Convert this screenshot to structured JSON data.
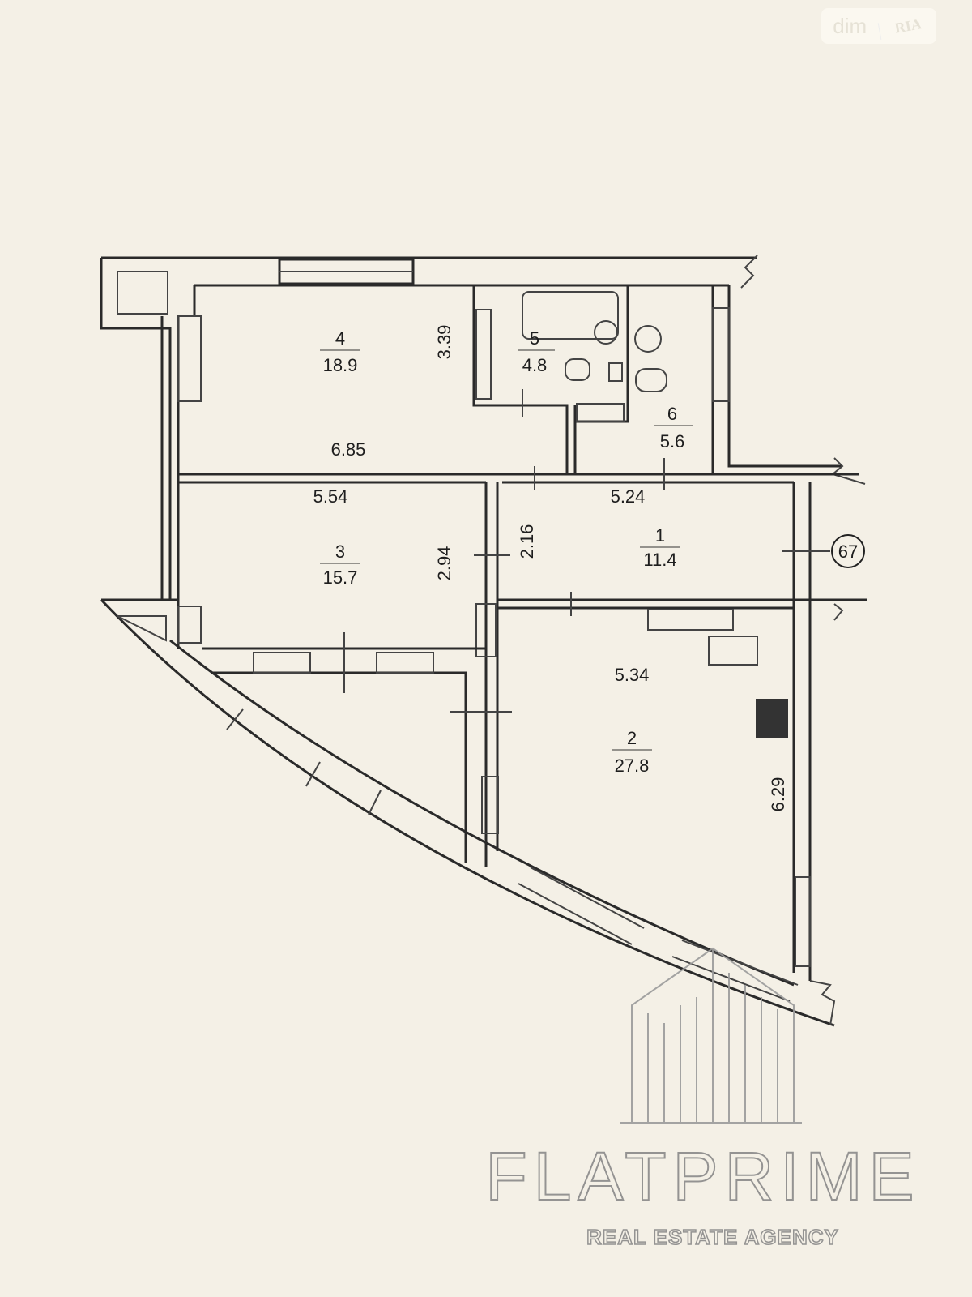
{
  "logo": {
    "dim": "dim",
    "ria": "RIA"
  },
  "rooms": [
    {
      "number": "1",
      "area": "11.4"
    },
    {
      "number": "2",
      "area": "27.8"
    },
    {
      "number": "3",
      "area": "15.7"
    },
    {
      "number": "4",
      "area": "18.9"
    },
    {
      "number": "5",
      "area": "4.8"
    },
    {
      "number": "6",
      "area": "5.6"
    }
  ],
  "dimensions": {
    "d_339": "3.39",
    "d_685": "6.85",
    "d_554": "5.54",
    "d_524": "5.24",
    "d_294": "2.94",
    "d_216": "2.16",
    "d_534": "5.34",
    "d_629": "6.29"
  },
  "apartment_number": "67",
  "watermark": {
    "brand": "FLATPRIME",
    "tagline": "REAL ESTATE AGENCY"
  }
}
